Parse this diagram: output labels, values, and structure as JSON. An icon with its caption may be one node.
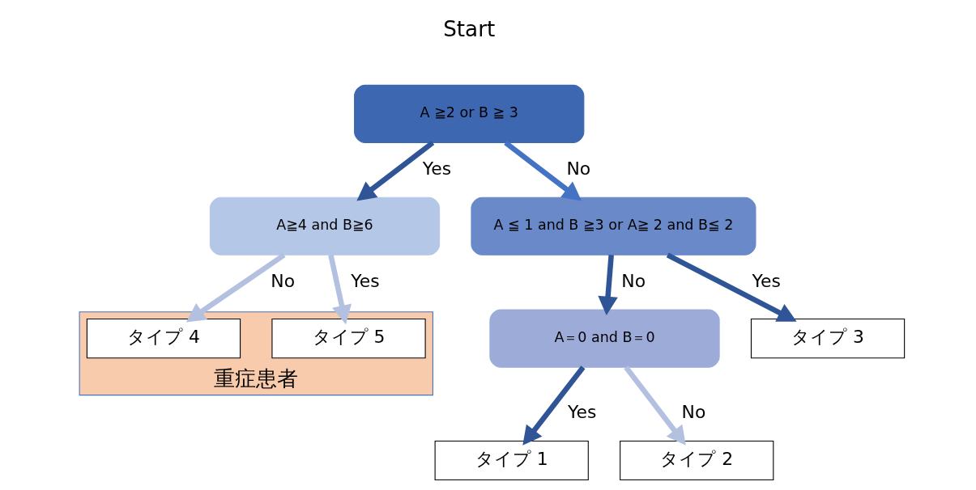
{
  "diagram": {
    "nodes": [
      {
        "text": [
          "A ≧2 or B ≧ 3"
        ]
      },
      {
        "text": [
          "A≧4 and B≧6"
        ]
      },
      {
        "text": [
          "A ≦ 1 and B ≧3 or A≧ 2 and B≦ 2"
        ]
      },
      {
        "text": [
          "A＝0 and B＝0"
        ]
      },
      {
        "text": [
          "重症患者"
        ]
      },
      {
        "text": [
          "タイプ 4"
        ],
        "in": 4
      },
      {
        "text": [
          "タイプ 5"
        ],
        "in": 4
      },
      {
        "text": [
          "タイプ 3"
        ]
      },
      {
        "text": [
          "タイプ 1"
        ]
      },
      {
        "text": [
          "タイプ 2"
        ]
      }
    ],
    "edges": [
      {
        "from": 0,
        "to": 1,
        "arrow": "to",
        "label": "Yes"
      },
      {
        "from": 0,
        "to": 2,
        "arrow": "to",
        "label": "No",
        "color": "#4472c4"
      },
      {
        "from": 1,
        "to": 5,
        "arrow": "to",
        "label": "No",
        "color": "#b4c0e0"
      },
      {
        "from": 1,
        "to": 6,
        "arrow": "to",
        "label": "Yes",
        "color": "#b4c0e0"
      },
      {
        "from": 2,
        "to": 7,
        "arrow": "to",
        "label": "Yes"
      },
      {
        "from": 2,
        "to": 3,
        "arrow": "to",
        "label": "No"
      },
      {
        "from": 3,
        "to": 8,
        "arrow": "to",
        "label": "Yes"
      },
      {
        "from": 3,
        "to": 9,
        "arrow": "to",
        "label": "No",
        "color": "#b4c0e0"
      }
    ],
    "labels": [
      "Start"
    ]
  }
}
